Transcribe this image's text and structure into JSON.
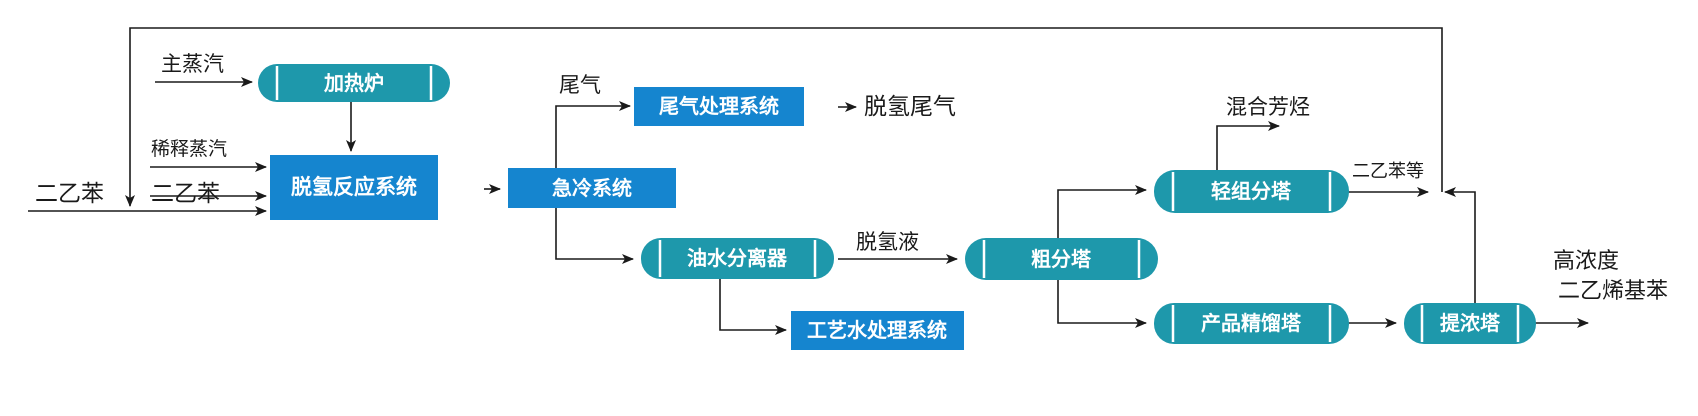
{
  "boxes": {
    "furnace": "加热炉",
    "dehydro_system": "脱氢反应系统",
    "tailgas_system": "尾气处理系统",
    "quench_system": "急冷系统",
    "oil_water_separator": "油水分离器",
    "process_water_system": "工艺水处理系统",
    "crude_column": "粗分塔",
    "light_column": "轻组分塔",
    "product_column": "产品精馏塔",
    "concentrate_column": "提浓塔"
  },
  "labels": {
    "main_steam": "主蒸汽",
    "dilution_steam": "稀释蒸汽",
    "diethylbenzene_feed": "二乙苯",
    "diethylbenzene_recycle": "二乙苯",
    "tail_gas": "尾气",
    "dehydro_tail_gas": "脱氢尾气",
    "dehydro_liquid": "脱氢液",
    "mixed_aromatics": "混合芳烃",
    "diethylbenzene_etc": "二乙苯等",
    "product_line1": "高浓度",
    "product_line2": "二乙烯基苯"
  },
  "colors": {
    "vessel_fill": "#1e98ab",
    "system_fill": "#1585cf",
    "line": "#1a1a1a"
  }
}
